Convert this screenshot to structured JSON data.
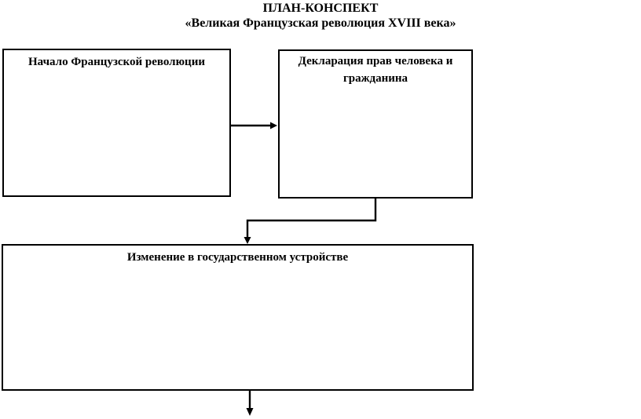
{
  "page": {
    "title": "ПЛАН-КОНСПЕКТ",
    "subtitle": "«Великая Французская революция XVIII века»"
  },
  "diagram": {
    "boxes": [
      {
        "id": "start",
        "label": "Начало Французской революции"
      },
      {
        "id": "declaration",
        "label": "Декларация прав человека и гражданина"
      },
      {
        "id": "state_change",
        "label": "Изменение в государственном устройстве"
      }
    ],
    "connectors": [
      {
        "from": "start",
        "to": "declaration",
        "direction": "right"
      },
      {
        "from": "declaration",
        "to": "state_change",
        "direction": "down-left-down"
      },
      {
        "from": "state_change",
        "to": "",
        "direction": "down"
      }
    ],
    "colors": {
      "ink": "#000000",
      "background": "#ffffff"
    }
  }
}
